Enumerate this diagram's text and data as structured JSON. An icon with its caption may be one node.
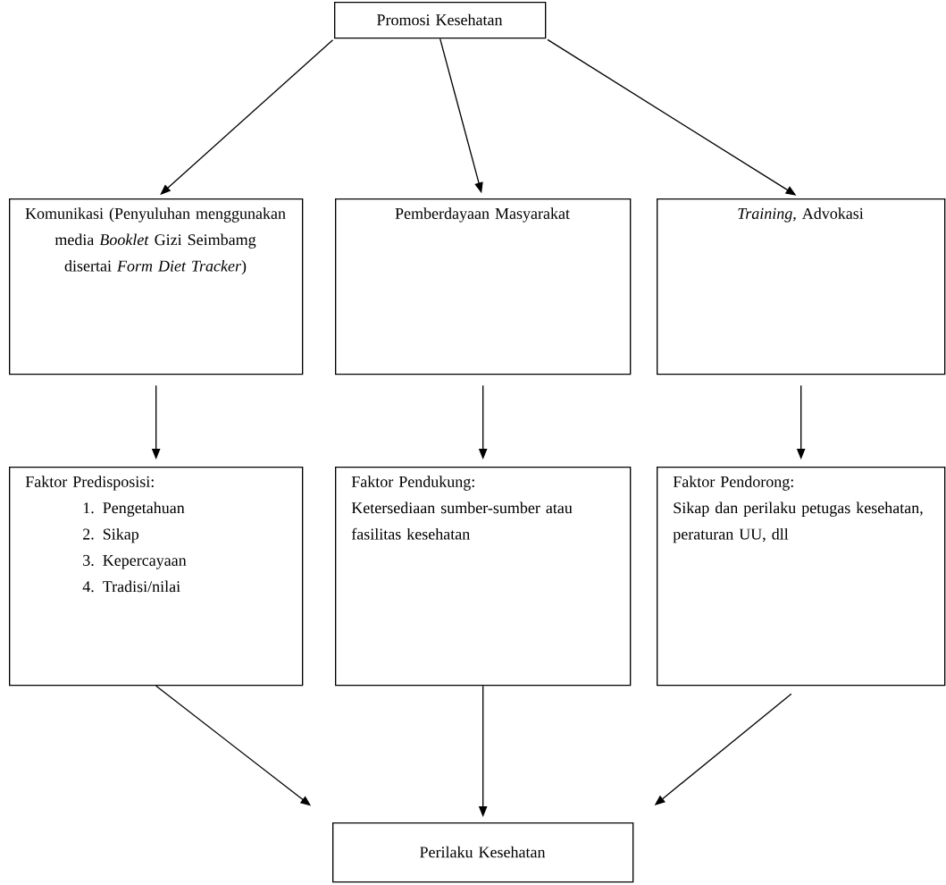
{
  "diagram": {
    "nodes": [
      {
        "text": [
          "Promosi Kesehatan"
        ]
      },
      {
        "text": [
          "Komunikasi (Penyuluhan menggunakan media *Booklet* Gizi Seimbamg disertai *Form Diet Tracker*)"
        ]
      },
      {
        "text": [
          "Pemberdayaan Masyarakat"
        ]
      },
      {
        "text": [
          "*Training,* Advokasi"
        ]
      },
      {
        "text": [
          "Faktor Predisposisi:",
          "1. Pengetahuan",
          "2. Sikap",
          "3. Kepercayaan",
          "4. Tradisi/nilai"
        ]
      },
      {
        "text": [
          "Faktor Pendukung:",
          "Ketersediaan sumber-sumber atau fasilitas kesehatan"
        ]
      },
      {
        "text": [
          "Faktor Pendorong:",
          "Sikap dan perilaku petugas kesehatan, peraturan UU, dll"
        ]
      },
      {
        "text": [
          "Perilaku Kesehatan"
        ]
      }
    ],
    "edges": [
      {
        "from": 0,
        "to": 1,
        "arrow": "to"
      },
      {
        "from": 0,
        "to": 2,
        "arrow": "to"
      },
      {
        "from": 0,
        "to": 3,
        "arrow": "to"
      },
      {
        "from": 1,
        "to": 4,
        "arrow": "to"
      },
      {
        "from": 2,
        "to": 5,
        "arrow": "to"
      },
      {
        "from": 3,
        "to": 6,
        "arrow": "to"
      },
      {
        "from": 4,
        "to": 7,
        "arrow": "to"
      },
      {
        "from": 5,
        "to": 7,
        "arrow": "to"
      },
      {
        "from": 6,
        "to": 7,
        "arrow": "to"
      }
    ]
  }
}
